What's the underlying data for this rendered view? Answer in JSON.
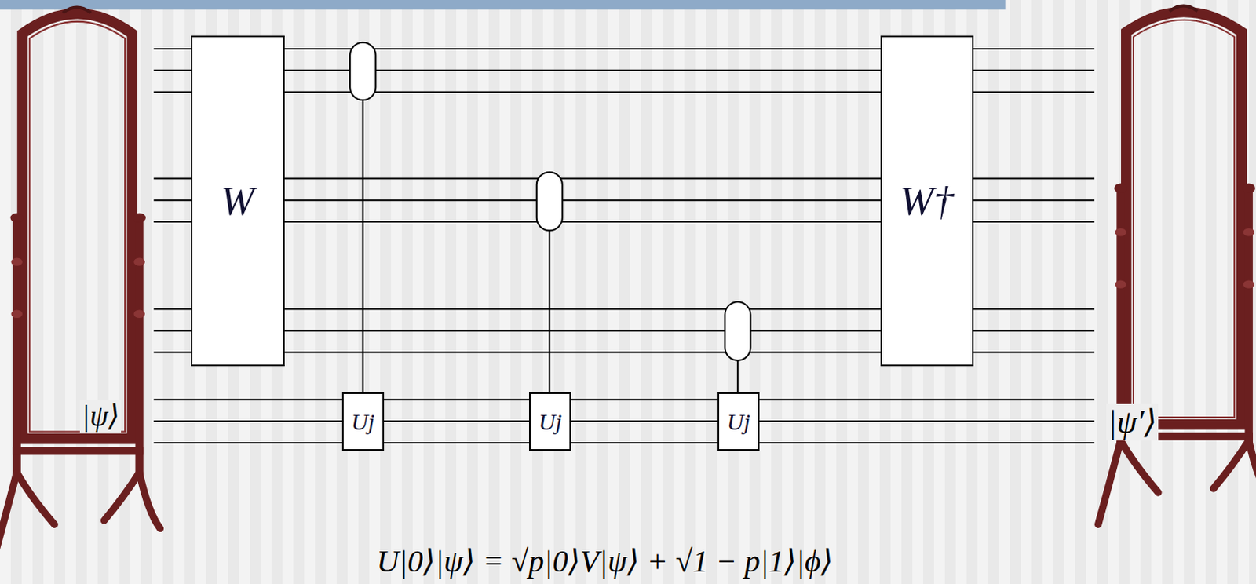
{
  "diagram": {
    "nodes": [
      {
        "text": [
          "W"
        ]
      },
      {
        "text": [
          "Uj"
        ]
      },
      {
        "text": [
          "Uj"
        ]
      },
      {
        "text": [
          "Uj"
        ]
      },
      {
        "text": [
          "W†"
        ]
      }
    ],
    "labels": [
      "|ψ⟩",
      "|ψ′⟩",
      "U|0⟩|ψ⟩ = √p|0⟩V|ψ⟩ + √1 − p|1⟩|ϕ⟩"
    ]
  }
}
